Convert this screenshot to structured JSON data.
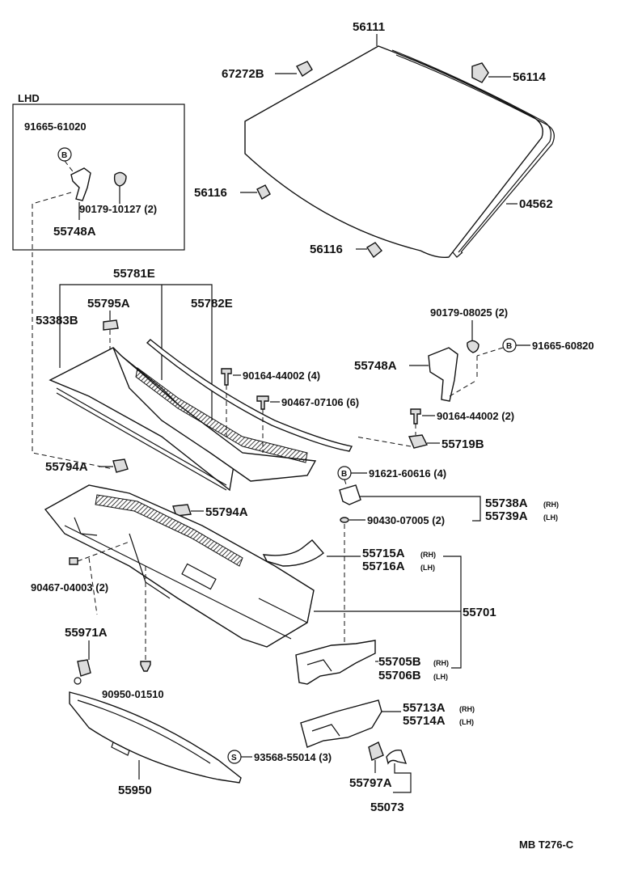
{
  "frame_label": "LHD",
  "drawing_code": "MB T276-C",
  "symbols": {
    "bolt": "B",
    "screw": "S"
  },
  "parts": {
    "p56111": "56111",
    "p67272B": "67272B",
    "p56114": "56114",
    "p56116a": "56116",
    "p56116b": "56116",
    "p04562": "04562",
    "p91665_61020": "91665-61020",
    "p90179_10127": "90179-10127 (2)",
    "p55748A_lhd": "55748A",
    "p55781E": "55781E",
    "p55795A": "55795A",
    "p55782E": "55782E",
    "p53383B": "53383B",
    "p90179_08025": "90179-08025 (2)",
    "p91665_60820": "91665-60820",
    "p55748A": "55748A",
    "p90164_44002a": "90164-44002 (4)",
    "p90467_07106": "90467-07106 (6)",
    "p90164_44002b": "90164-44002 (2)",
    "p55719B": "55719B",
    "p55794A_a": "55794A",
    "p91621_60616": "91621-60616 (4)",
    "p55794A_b": "55794A",
    "p55738A": "55738A",
    "p55739A": "55739A",
    "p90430_07005": "90430-07005 (2)",
    "p55715A": "55715A",
    "p55716A": "55716A",
    "p90467_04003": "90467-04003 (2)",
    "p55701": "55701",
    "p55971A": "55971A",
    "p55705B": "55705B",
    "p55706B": "55706B",
    "p90950_01510": "90950-01510",
    "p55713A": "55713A",
    "p55714A": "55714A",
    "p93568_55014": "93568-55014 (3)",
    "p55950": "55950",
    "p55797A": "55797A",
    "p55073": "55073"
  },
  "suffix": {
    "rh": "(RH)",
    "lh": "(LH)"
  }
}
